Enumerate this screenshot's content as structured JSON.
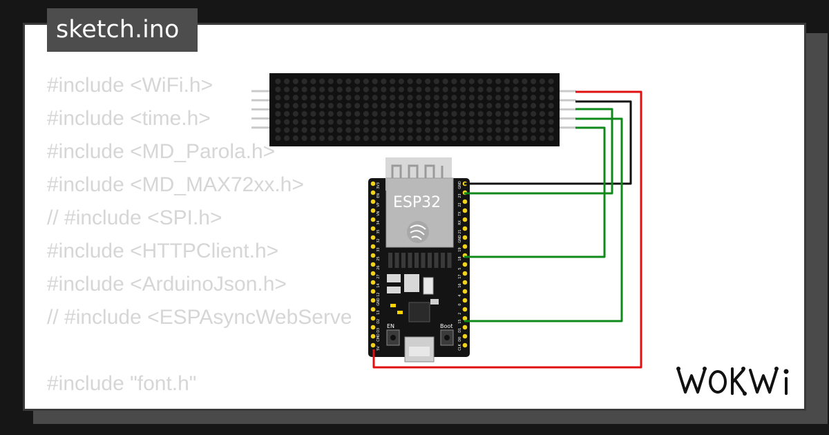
{
  "filename": "sketch.ino",
  "code_lines": [
    "#include <WiFi.h>",
    "#include <time.h>",
    "#include <MD_Parola.h>",
    "#include <MD_MAX72xx.h>",
    "// #include <SPI.h>",
    "#include <HTTPClient.h>",
    "#include <ArduinoJson.h>",
    "// #include <ESPAsyncWebServer.h>",
    "",
    "#include \"font.h\""
  ],
  "board": {
    "chip_label": "ESP32",
    "en_label": "EN",
    "boot_label": "Boot",
    "left_pins": [
      "3V3",
      "EN",
      "VP",
      "VN",
      "34",
      "35",
      "32",
      "33",
      "25",
      "26",
      "27",
      "14",
      "12",
      "GND",
      "13",
      "D2",
      "D3",
      "CMD",
      "5V"
    ],
    "right_pins": [
      "GND",
      "23",
      "22",
      "TX",
      "RX",
      "21",
      "GND",
      "19",
      "18",
      "5",
      "17",
      "16",
      "4",
      "0",
      "2",
      "15",
      "D1",
      "D0",
      "CLK"
    ]
  },
  "matrix": {
    "cols": 32,
    "rows": 8,
    "color": "#111111",
    "dot_color": "#2a2a2a"
  },
  "wires": {
    "vcc_color": "#e01010",
    "gnd_color": "#111111",
    "signal_color": "#0f8a1a"
  },
  "brand": "WOKWi",
  "colors": {
    "background": "#161616",
    "card": "#ffffff",
    "tab": "#4d4d4d",
    "code_text": "#d6d6d6",
    "pcb": "#141414",
    "pin": "#f2d21b"
  }
}
